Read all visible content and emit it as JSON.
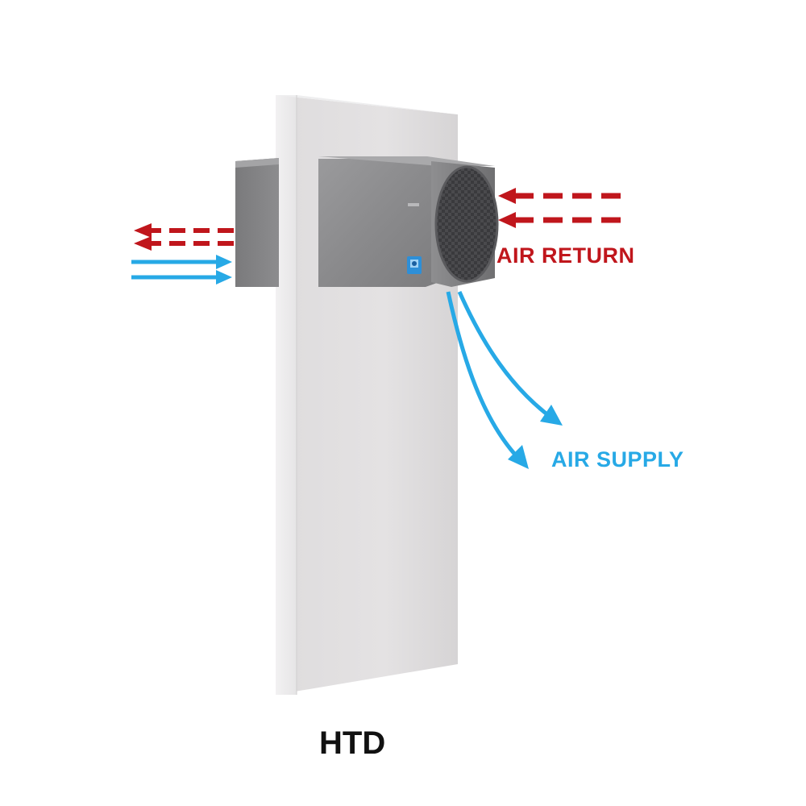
{
  "labels": {
    "air_return": "AIR RETURN",
    "air_supply": "AIR SUPPLY",
    "model": "HTD"
  },
  "colors": {
    "return_red": "#c0161c",
    "supply_blue": "#27a9e6",
    "panel": "#dcdadb",
    "unit": "#8a8a8c",
    "badge": "#2d8fd8"
  },
  "icons": {
    "return_arrows": "dashed-arrow-icon",
    "supply_arrows": "curved-arrow-icon",
    "fan_grille": "grille-icon"
  }
}
